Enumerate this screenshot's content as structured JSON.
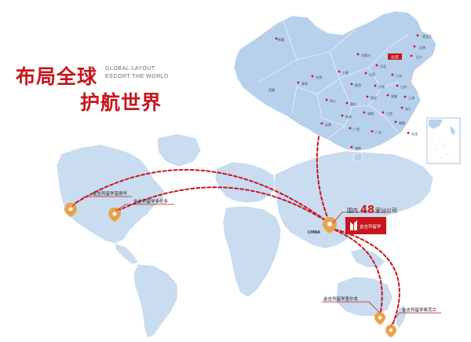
{
  "headline": {
    "line1_cn": "布局全球",
    "line2_cn": "护航世界",
    "en_line1": "GLOBAL LAYOUT",
    "en_line2": "ESCORT THE WORLD"
  },
  "hub": {
    "country": "CHINA",
    "prefix": "国内",
    "count": "48",
    "suffix": "家分公司",
    "brand_logo": "金吉列留学"
  },
  "offices": {
    "vancouver": "金吉列留学温哥华",
    "toronto": "金吉列留学多伦多",
    "melbourne": "金吉列留学墨尔本",
    "auckland": "金吉列留学奥克兰"
  },
  "china_regions": {
    "beijing": "北京",
    "xinjiang": "新疆",
    "xizang": "西藏",
    "qinghai": "青海",
    "gansu": "甘肃",
    "neimenggu": "内蒙古",
    "heilongjiang": "黑龙江",
    "jilin": "吉林",
    "liaoning": "辽宁",
    "hebei": "河北",
    "shanxi": "山西",
    "shaanxi": "陕西",
    "ningxia": "宁夏",
    "shandong": "山东",
    "henan": "河南",
    "jiangsu": "江苏",
    "shanghai": "上海",
    "anhui": "安徽",
    "hubei": "湖北",
    "zhejiang": "浙江",
    "sichuan": "四川",
    "chongqing": "重庆",
    "hunan": "湖南",
    "jiangxi": "江西",
    "fujian": "福建",
    "guizhou": "贵州",
    "yunnan": "云南",
    "guangxi": "广西",
    "guangdong": "广东",
    "hainan": "海南",
    "taiwan": "台湾"
  },
  "colors": {
    "brand_red": "#c8161d",
    "land_blue": "#c9dcf0",
    "china_blue": "#b7d0ec",
    "border": "#ffffff"
  },
  "icons": {
    "pin": "location-pin-icon",
    "plane": "airplane-icon"
  }
}
